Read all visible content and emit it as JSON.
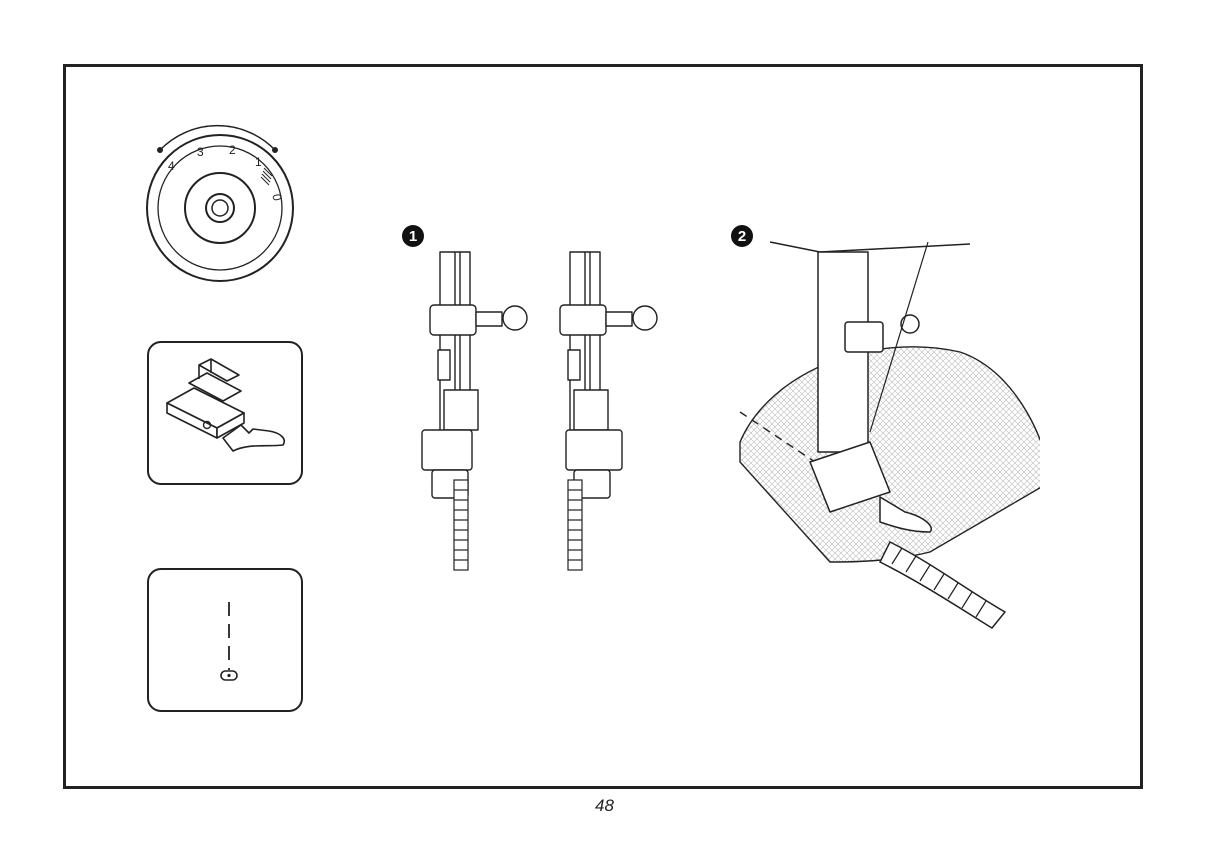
{
  "page": {
    "number": "48"
  },
  "dial": {
    "marks": [
      "4",
      "3",
      "2",
      "1",
      "0"
    ]
  },
  "steps": [
    {
      "label": "1"
    },
    {
      "label": "2"
    }
  ],
  "icons": {
    "tension_dial": "tension-dial-icon",
    "presser_foot": "zipper-foot-icon",
    "stitch": "straight-stitch-icon"
  }
}
